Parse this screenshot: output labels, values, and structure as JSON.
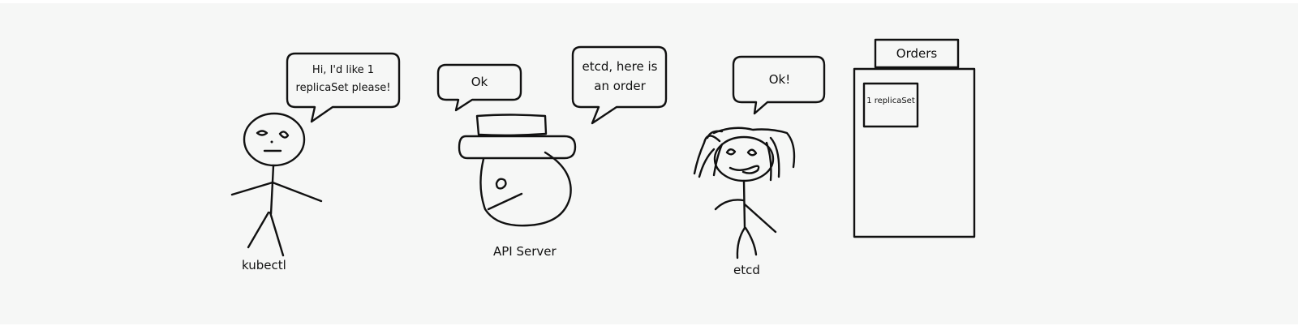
{
  "canvas": {
    "background": "#f6f7f6",
    "ink": "#111111"
  },
  "characters": {
    "kubectl": {
      "label": "kubectl",
      "speech_line1": "Hi, I'd like 1",
      "speech_line2": "replicaSet please!"
    },
    "api_server": {
      "label": "API Server",
      "speech": "Ok",
      "speech_to_etcd_line1": "etcd, here is",
      "speech_to_etcd_line2": "an order"
    },
    "etcd": {
      "label": "etcd",
      "speech": "Ok!"
    }
  },
  "orders": {
    "title": "Orders",
    "entry": "1 replicaSet"
  }
}
